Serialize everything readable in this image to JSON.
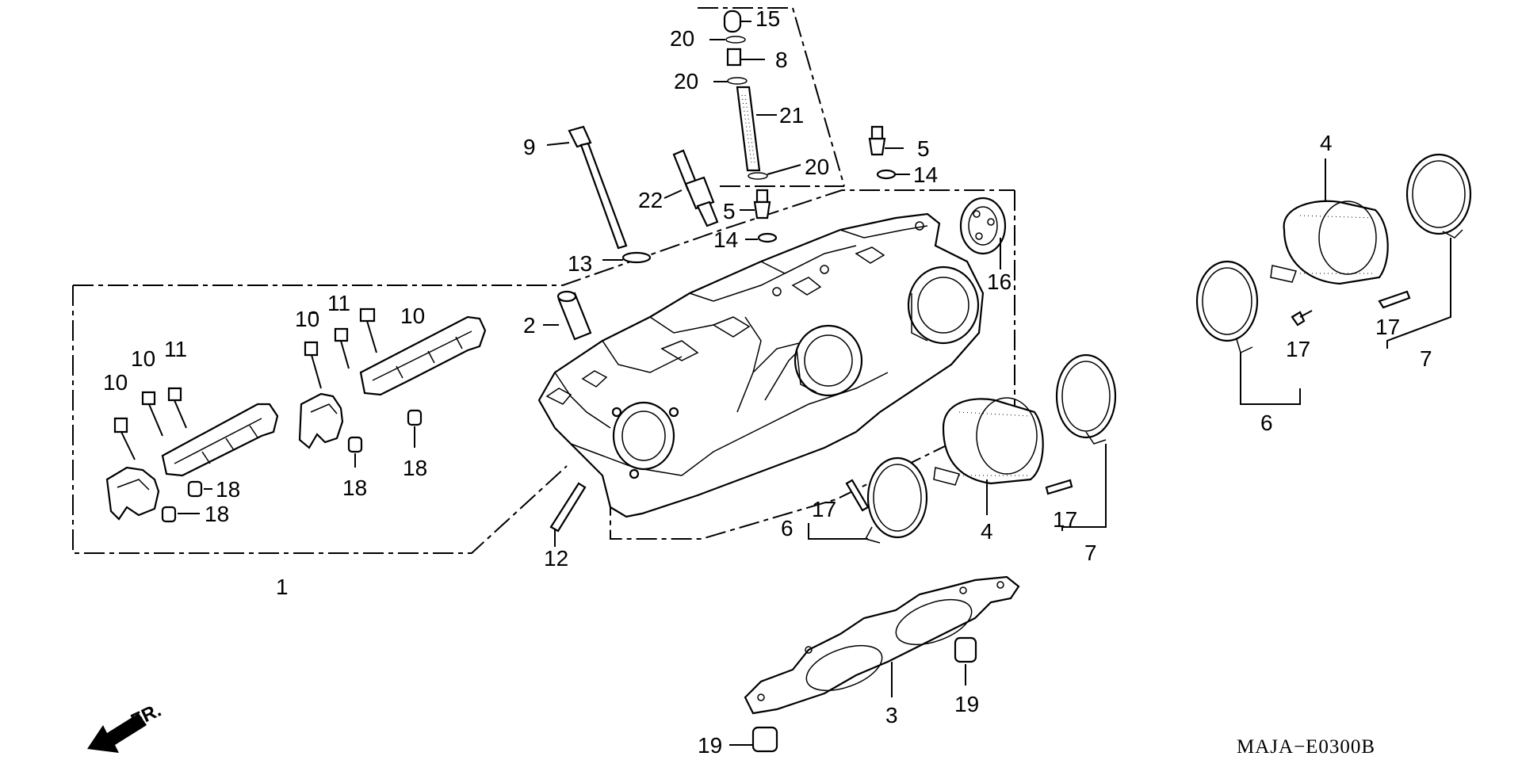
{
  "diagram": {
    "drawing_code": "MAJA−E0300B",
    "direction_label": "FR.",
    "callouts": {
      "c1": "1",
      "c2": "2",
      "c3": "3",
      "c4a": "4",
      "c4b": "4",
      "c5a": "5",
      "c5b": "5",
      "c6a": "6",
      "c6b": "6",
      "c7a": "7",
      "c7b": "7",
      "c8": "8",
      "c9": "9",
      "c10a": "10",
      "c10b": "10",
      "c10c": "10",
      "c10d": "10",
      "c11a": "11",
      "c11b": "11",
      "c12": "12",
      "c13": "13",
      "c14a": "14",
      "c14b": "14",
      "c15": "15",
      "c16": "16",
      "c17a": "17",
      "c17b": "17",
      "c17c": "17",
      "c17d": "17",
      "c18a": "18",
      "c18b": "18",
      "c18c": "18",
      "c18d": "18",
      "c19a": "19",
      "c19b": "19",
      "c20a": "20",
      "c20b": "20",
      "c20c": "20",
      "c21": "21",
      "c22": "22"
    }
  }
}
